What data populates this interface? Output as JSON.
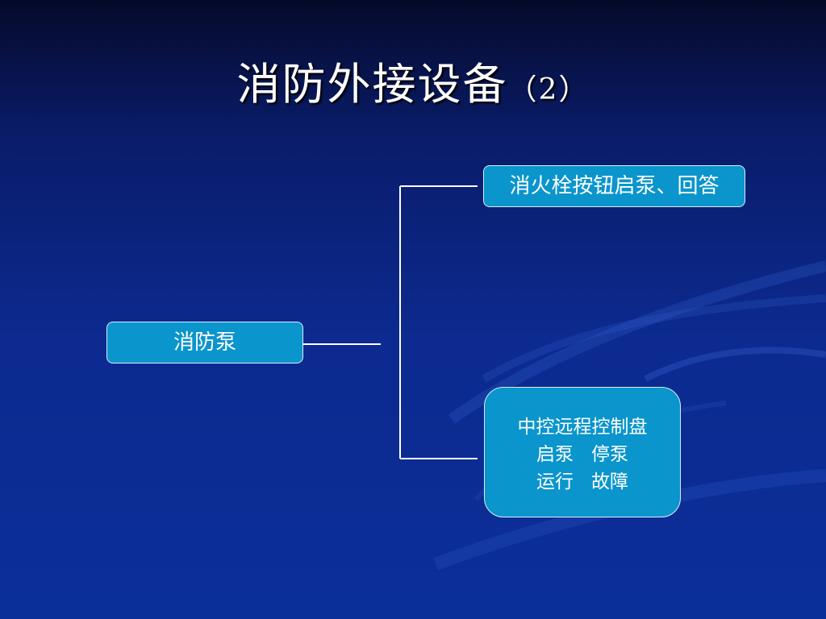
{
  "slide": {
    "title_main": "消防外接设备",
    "title_suffix": "（2）"
  },
  "diagram": {
    "root": "消防泵",
    "branch_top": "消火栓按钮启泵、回答",
    "branch_bottom": {
      "line1": "中控远程控制盘",
      "line2": "启泵   停泵",
      "line3": "运行   故障"
    }
  },
  "colors": {
    "background": "#0c2a90",
    "box_fill": "#0a95cc",
    "box_border": "#d8eef8",
    "connector": "#ffffff",
    "text": "#ffffff"
  }
}
